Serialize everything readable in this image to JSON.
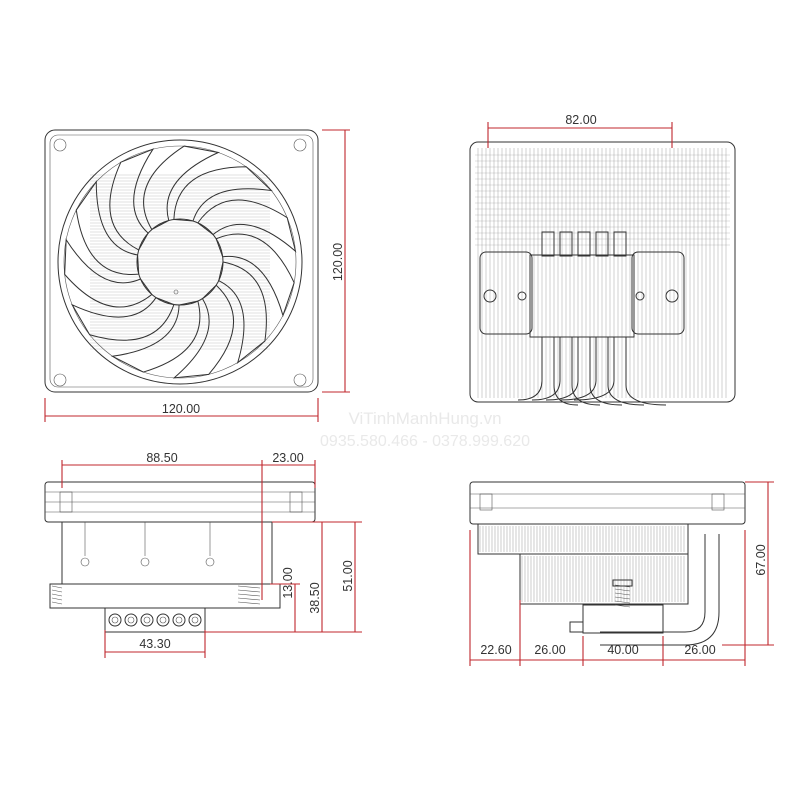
{
  "watermark": {
    "line1": "ViTinhManhHung.vn",
    "line2": "0935.580.466 - 0378.999.620"
  },
  "colors": {
    "dimension_line": "#c0272d",
    "drawing": "#333333",
    "watermark": "#e9e9e9"
  },
  "front_view": {
    "width_label": "120.00",
    "height_label": "120.00"
  },
  "back_view": {
    "width_label": "82.00"
  },
  "side_view": {
    "top_left_label": "88.50",
    "top_right_label": "23.00",
    "base_label": "43.30",
    "h1_label": "13.00",
    "h2_label": "38.50",
    "h3_label": "51.00"
  },
  "end_view": {
    "height_label": "67.00",
    "b1_label": "22.60",
    "b2_label": "26.00",
    "b3_label": "40.00",
    "b4_label": "26.00"
  }
}
